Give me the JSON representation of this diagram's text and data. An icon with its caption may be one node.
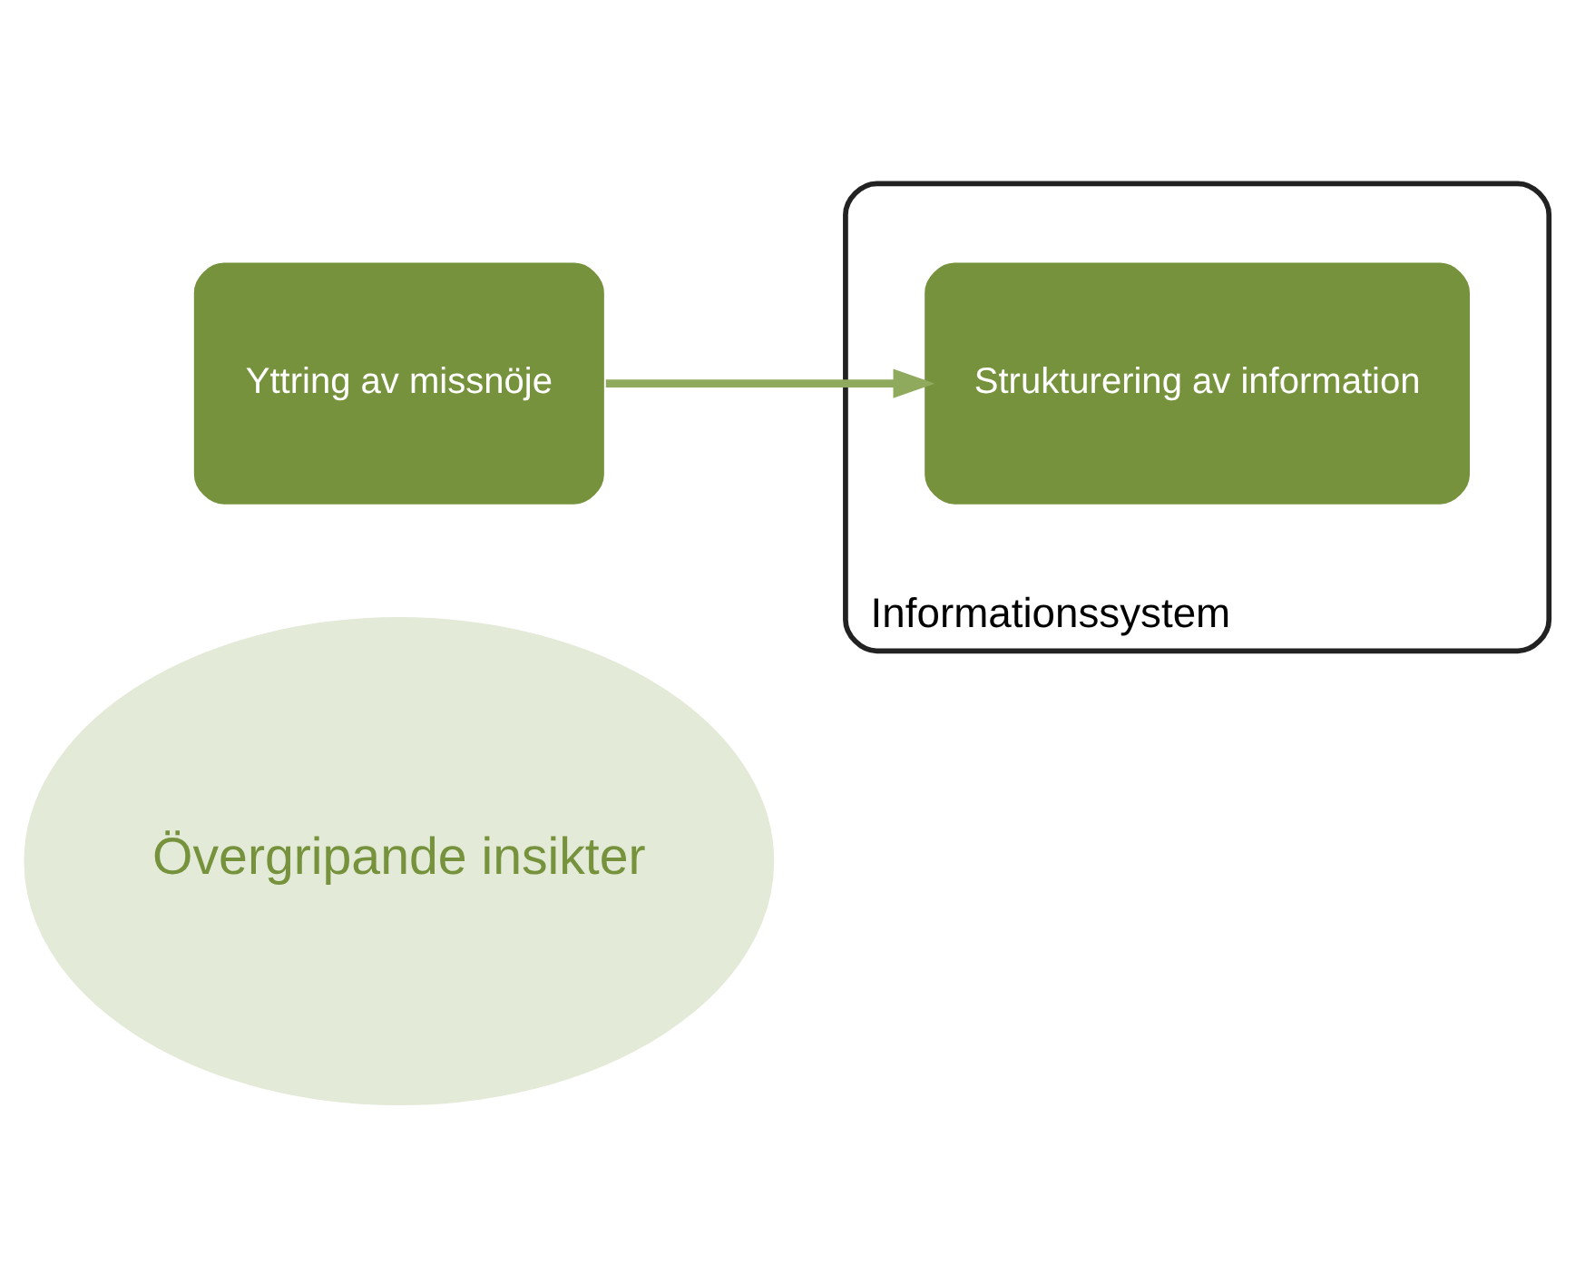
{
  "diagram": {
    "nodes": [
      {
        "text": [
          "Övergripande insikter"
        ]
      },
      {
        "text": [
          "Informationssystem"
        ]
      },
      {
        "text": [
          "Strukturering av information"
        ],
        "in": 1
      },
      {
        "text": [
          "Yttring av missnöje"
        ]
      }
    ],
    "edges": [
      {
        "from": 3,
        "to": 2,
        "arrow": "to"
      }
    ]
  }
}
